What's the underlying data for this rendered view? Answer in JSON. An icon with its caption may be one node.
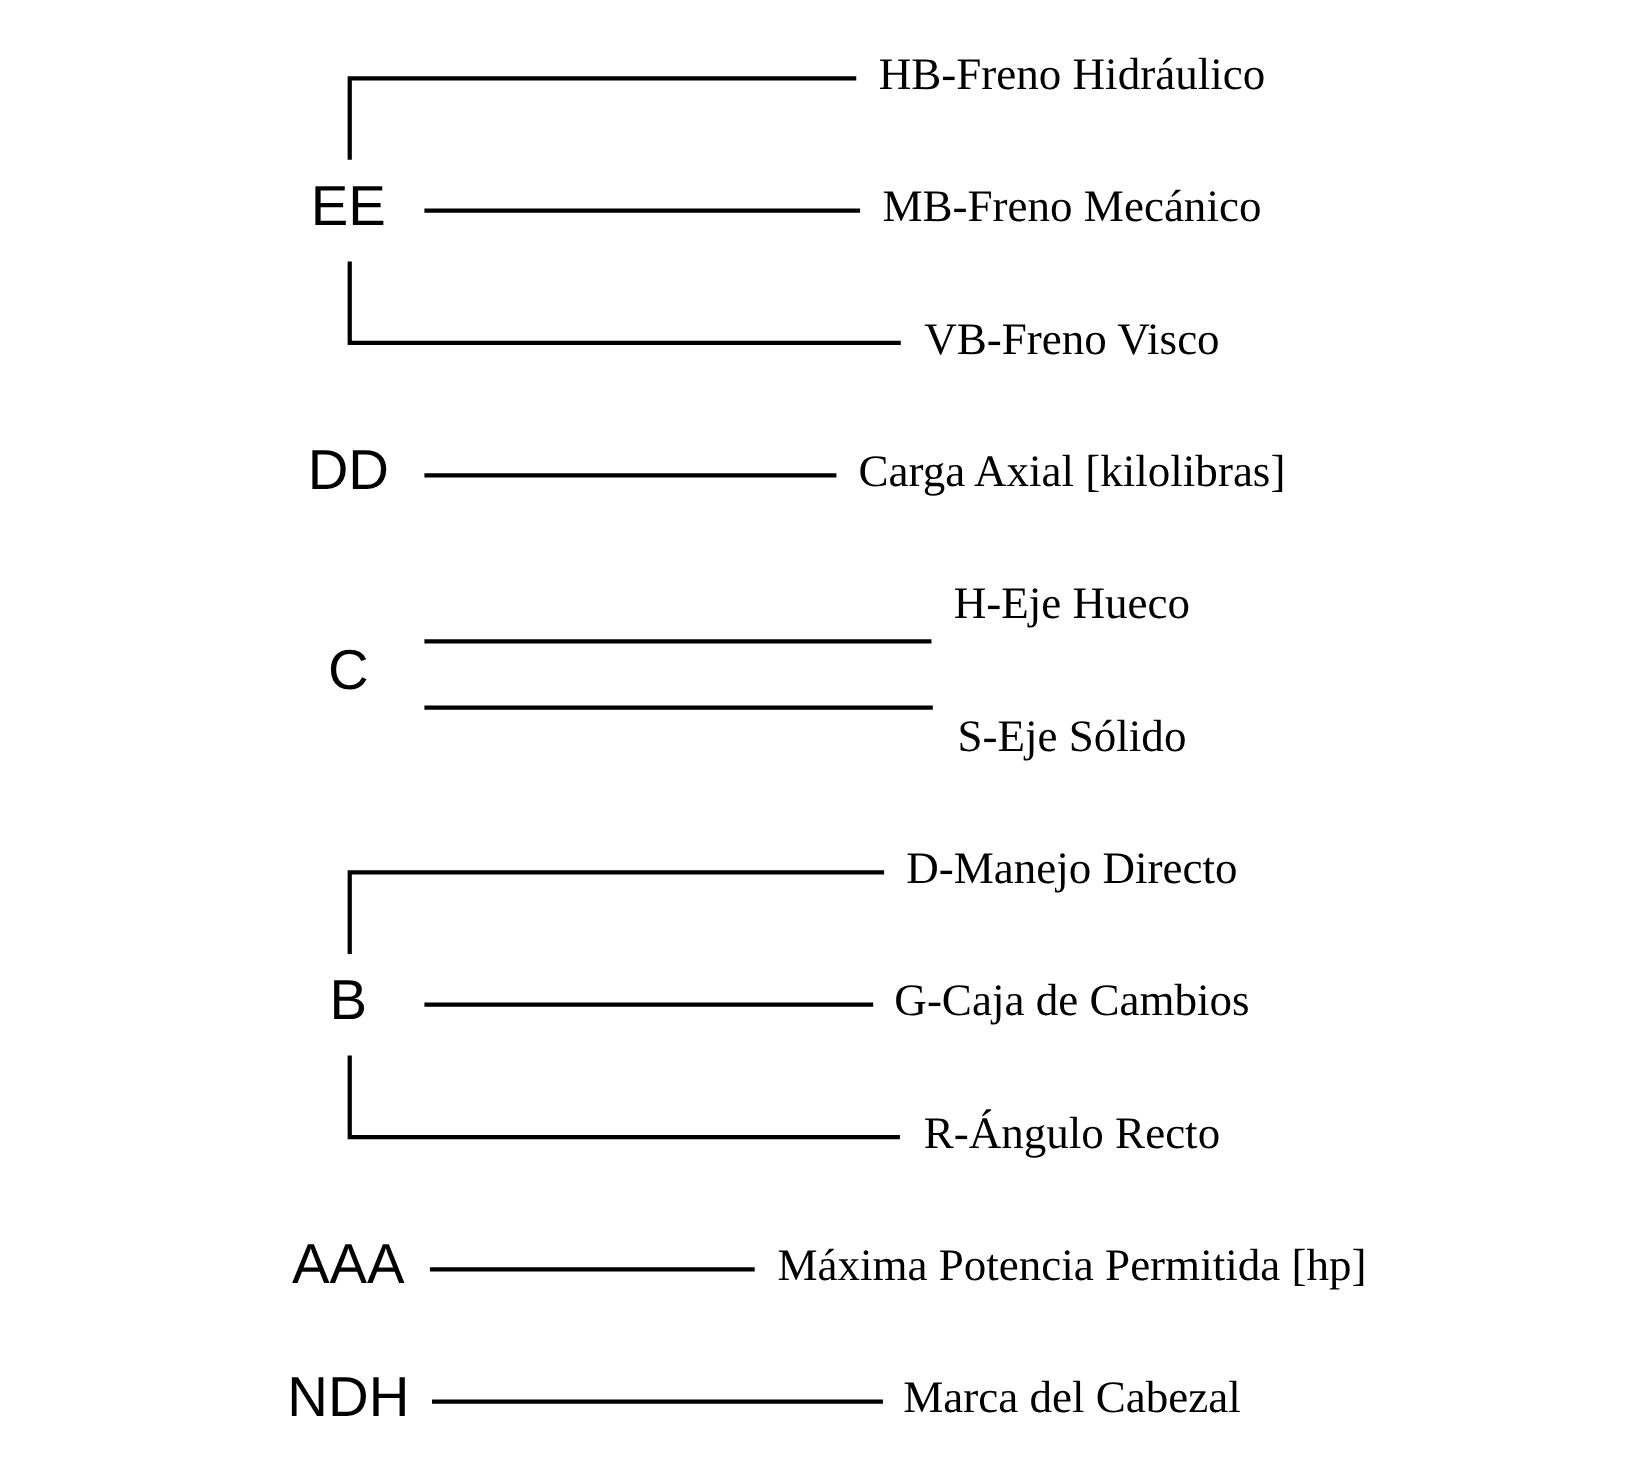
{
  "diagram": {
    "nodes": [
      {
        "text": [
          "NDH"
        ]
      },
      {
        "text": [
          "AAA"
        ]
      },
      {
        "text": [
          "B"
        ]
      },
      {
        "text": [
          "C"
        ]
      },
      {
        "text": [
          "DD"
        ]
      },
      {
        "text": [
          "EE"
        ]
      },
      {
        "text": [
          "HB-Freno Hidráulico"
        ]
      },
      {
        "text": [
          "MB-Freno Mecánico"
        ]
      },
      {
        "text": [
          "VB-Freno Visco"
        ]
      },
      {
        "text": [
          "Carga Axial [kilolibras]"
        ]
      },
      {
        "text": [
          "H-Eje Hueco"
        ]
      },
      {
        "text": [
          "S-Eje Sólido"
        ]
      },
      {
        "text": [
          "D-Manejo Directo"
        ]
      },
      {
        "text": [
          "G-Caja de Cambios"
        ]
      },
      {
        "text": [
          "R-Ángulo Recto"
        ]
      },
      {
        "text": [
          "Máxima Potencia Permitida [hp]"
        ]
      },
      {
        "text": [
          "Marca del Cabezal"
        ]
      }
    ],
    "edges": [
      {
        "from": 5,
        "to": 6,
        "arrow": "none"
      },
      {
        "from": 5,
        "to": 7,
        "arrow": "none"
      },
      {
        "from": 5,
        "to": 8,
        "arrow": "none"
      },
      {
        "from": 4,
        "to": 9,
        "arrow": "none"
      },
      {
        "from": 3,
        "to": 10,
        "arrow": "none"
      },
      {
        "from": 3,
        "to": 11,
        "arrow": "none"
      },
      {
        "from": 2,
        "to": 12,
        "arrow": "none"
      },
      {
        "from": 2,
        "to": 13,
        "arrow": "none"
      },
      {
        "from": 2,
        "to": 14,
        "arrow": "none"
      },
      {
        "from": 1,
        "to": 15,
        "arrow": "none"
      },
      {
        "from": 0,
        "to": 16,
        "arrow": "none"
      }
    ]
  }
}
